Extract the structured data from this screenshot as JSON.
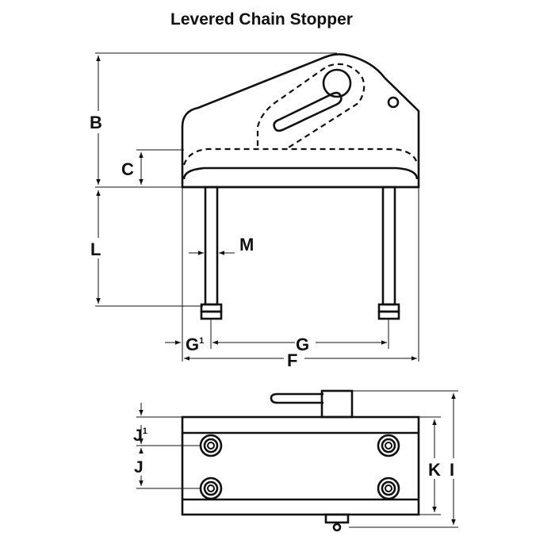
{
  "title": "Levered Chain Stopper",
  "labels": {
    "B": "B",
    "C": "C",
    "L": "L",
    "M": "M",
    "G1_letter": "G",
    "G1_sup": "1",
    "G": "G",
    "F": "F",
    "J1_letter": "J",
    "J1_sup": "1",
    "J": "J",
    "K": "K",
    "I": "I"
  },
  "colors": {
    "line": "#111111",
    "background": "#ffffff"
  }
}
